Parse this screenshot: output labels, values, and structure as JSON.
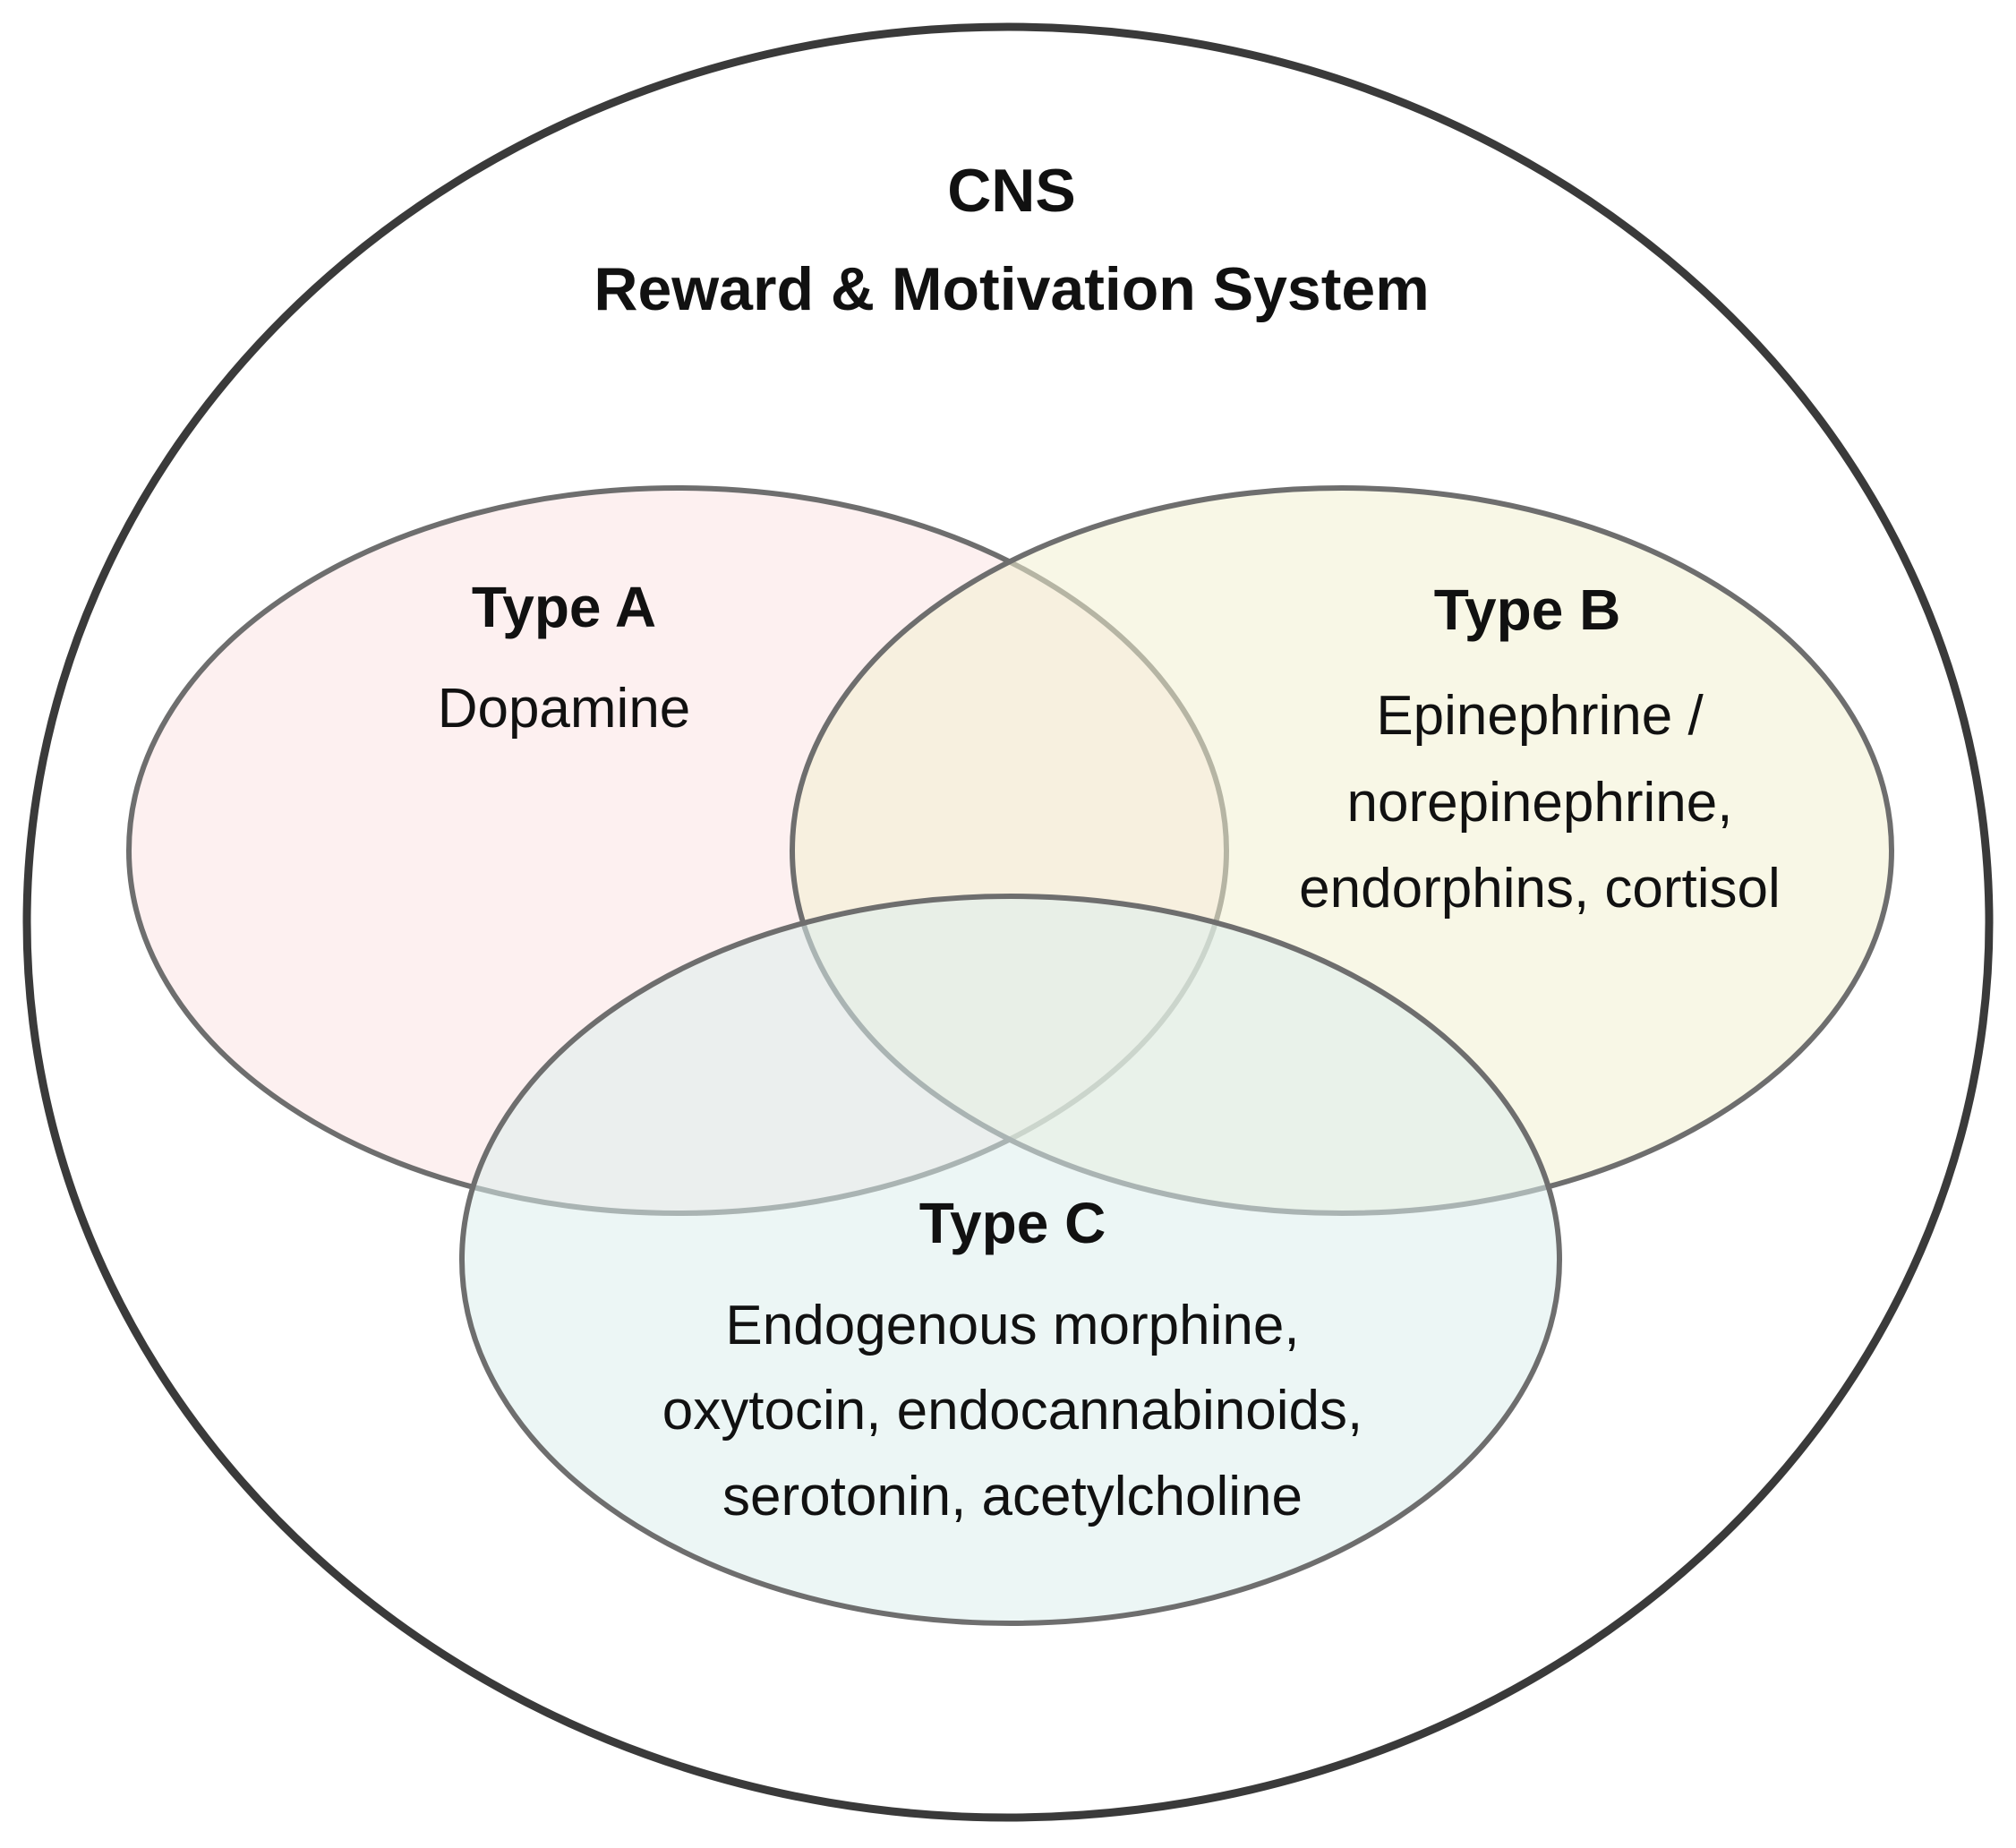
{
  "diagram": {
    "outer": {
      "title_line1": "CNS",
      "title_line2": "Reward & Motivation System",
      "stroke_color": "#3a3a3a"
    },
    "sets": [
      {
        "key": "a",
        "title": "Type A",
        "lines": [
          "Dopamine"
        ],
        "fill_color": "#fbe4e4"
      },
      {
        "key": "b",
        "title": "Type B",
        "lines": [
          "Epinephrine /",
          "norepinephrine,",
          "endorphins, cortisol"
        ],
        "fill_color": "#f3f1d2"
      },
      {
        "key": "c",
        "title": "Type C",
        "lines": [
          "Endogenous morphine,",
          "oxytocin, endocannabinoids,",
          "serotonin, acetylcholine"
        ],
        "fill_color": "#dceeec"
      }
    ],
    "ellipse_stroke_color": "#6e6e6e"
  }
}
